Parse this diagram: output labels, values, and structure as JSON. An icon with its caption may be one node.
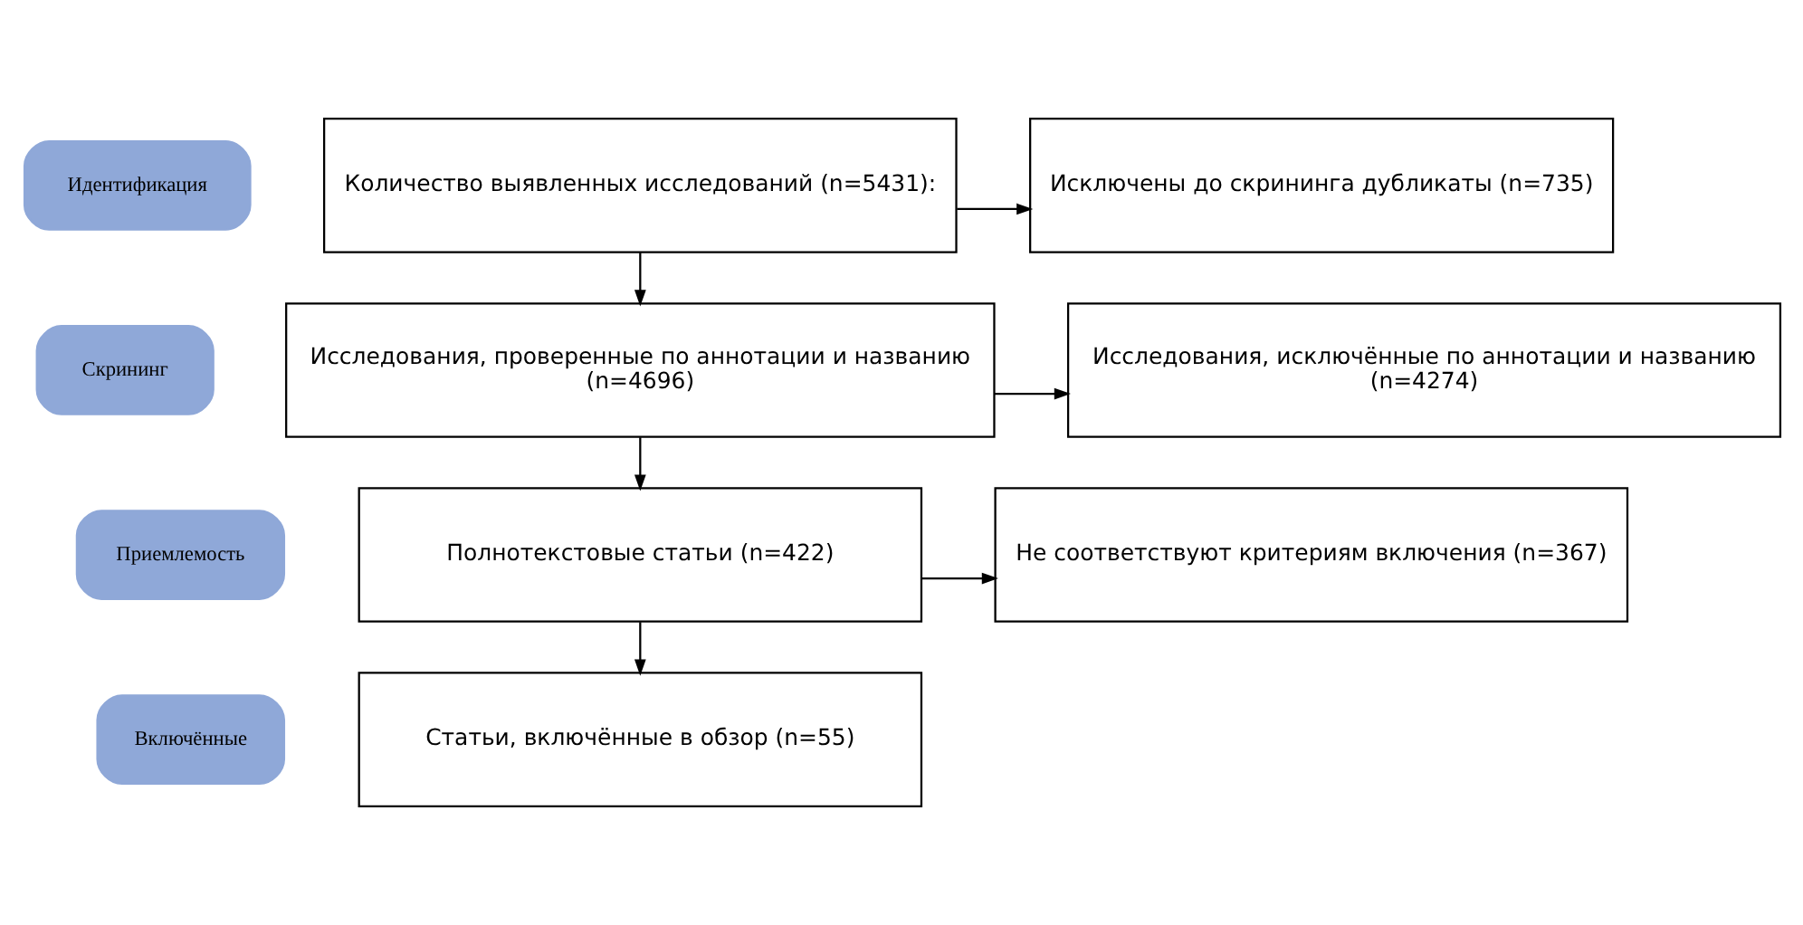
{
  "diagram": {
    "nodes": [
      {
        "text": [
          "Идентификация"
        ]
      },
      {
        "text": [
          "Количество выявленных исследований (n=5431):"
        ]
      },
      {
        "text": [
          "Исключены до скрининга дубликаты (n=735)"
        ]
      },
      {
        "text": [
          "Скрининг"
        ]
      },
      {
        "text": [
          "Исследования, проверенные по аннотации и названию (n=4696)"
        ]
      },
      {
        "text": [
          "Исследования, исключённые по аннотации и названию (n=4274)"
        ]
      },
      {
        "text": [
          "Приемлемость"
        ]
      },
      {
        "text": [
          "Полнотекстовые статьи (n=422)"
        ]
      },
      {
        "text": [
          "Не соответствуют критериям включения (n=367)"
        ]
      },
      {
        "text": [
          "Включённые"
        ]
      },
      {
        "text": [
          "Статьи, включённые в обзор (n=55)"
        ]
      }
    ],
    "edges": [
      {
        "from": 1,
        "to": 2,
        "arrow": "to"
      },
      {
        "from": 1,
        "to": 4,
        "arrow": "to"
      },
      {
        "from": 4,
        "to": 5,
        "arrow": "to"
      },
      {
        "from": 4,
        "to": 7,
        "arrow": "to"
      },
      {
        "from": 7,
        "to": 8,
        "arrow": "to"
      },
      {
        "from": 7,
        "to": 10,
        "arrow": "to"
      }
    ]
  }
}
